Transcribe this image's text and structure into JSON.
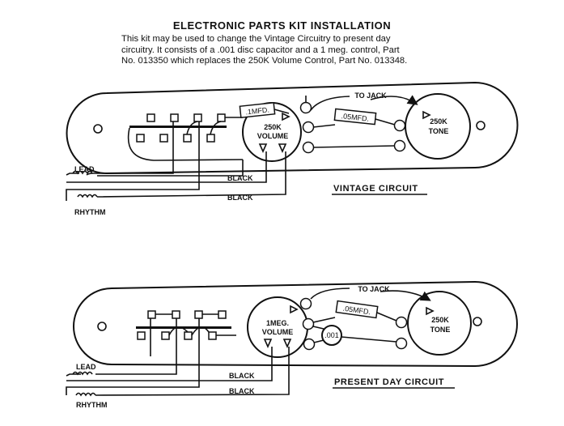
{
  "page": {
    "title": "ELECTRONIC PARTS KIT INSTALLATION",
    "intro_lines": [
      "This kit may be used to change the Vintage Circuitry to present day",
      "circuitry. It consists of a .001 disc capacitor and a 1 meg. control, Part",
      "No. 013350 which replaces the 250K Volume Control, Part No. 013348."
    ]
  },
  "vintage": {
    "caption": "VINTAGE CIRCUIT",
    "to_jack": "TO JACK",
    "cap_label": ".1MFD.",
    "tone_cap_label": ".05MFD.",
    "volume_label_1": "250K",
    "volume_label_2": "VOLUME",
    "tone_label_1": "250K",
    "tone_label_2": "TONE",
    "lead": "LEAD",
    "rhythm": "RHYTHM",
    "black_1": "BLACK",
    "black_2": "BLACK"
  },
  "present": {
    "caption": "PRESENT DAY CIRCUIT",
    "to_jack": "TO JACK",
    "tone_cap_label": ".05MFD.",
    "disc_cap_label": ".001",
    "volume_label_1": "1MEG.",
    "volume_label_2": "VOLUME",
    "tone_label_1": "250K",
    "tone_label_2": "TONE",
    "lead": "LEAD",
    "rhythm": "RHYTHM",
    "black_1": "BLACK",
    "black_2": "BLACK"
  }
}
